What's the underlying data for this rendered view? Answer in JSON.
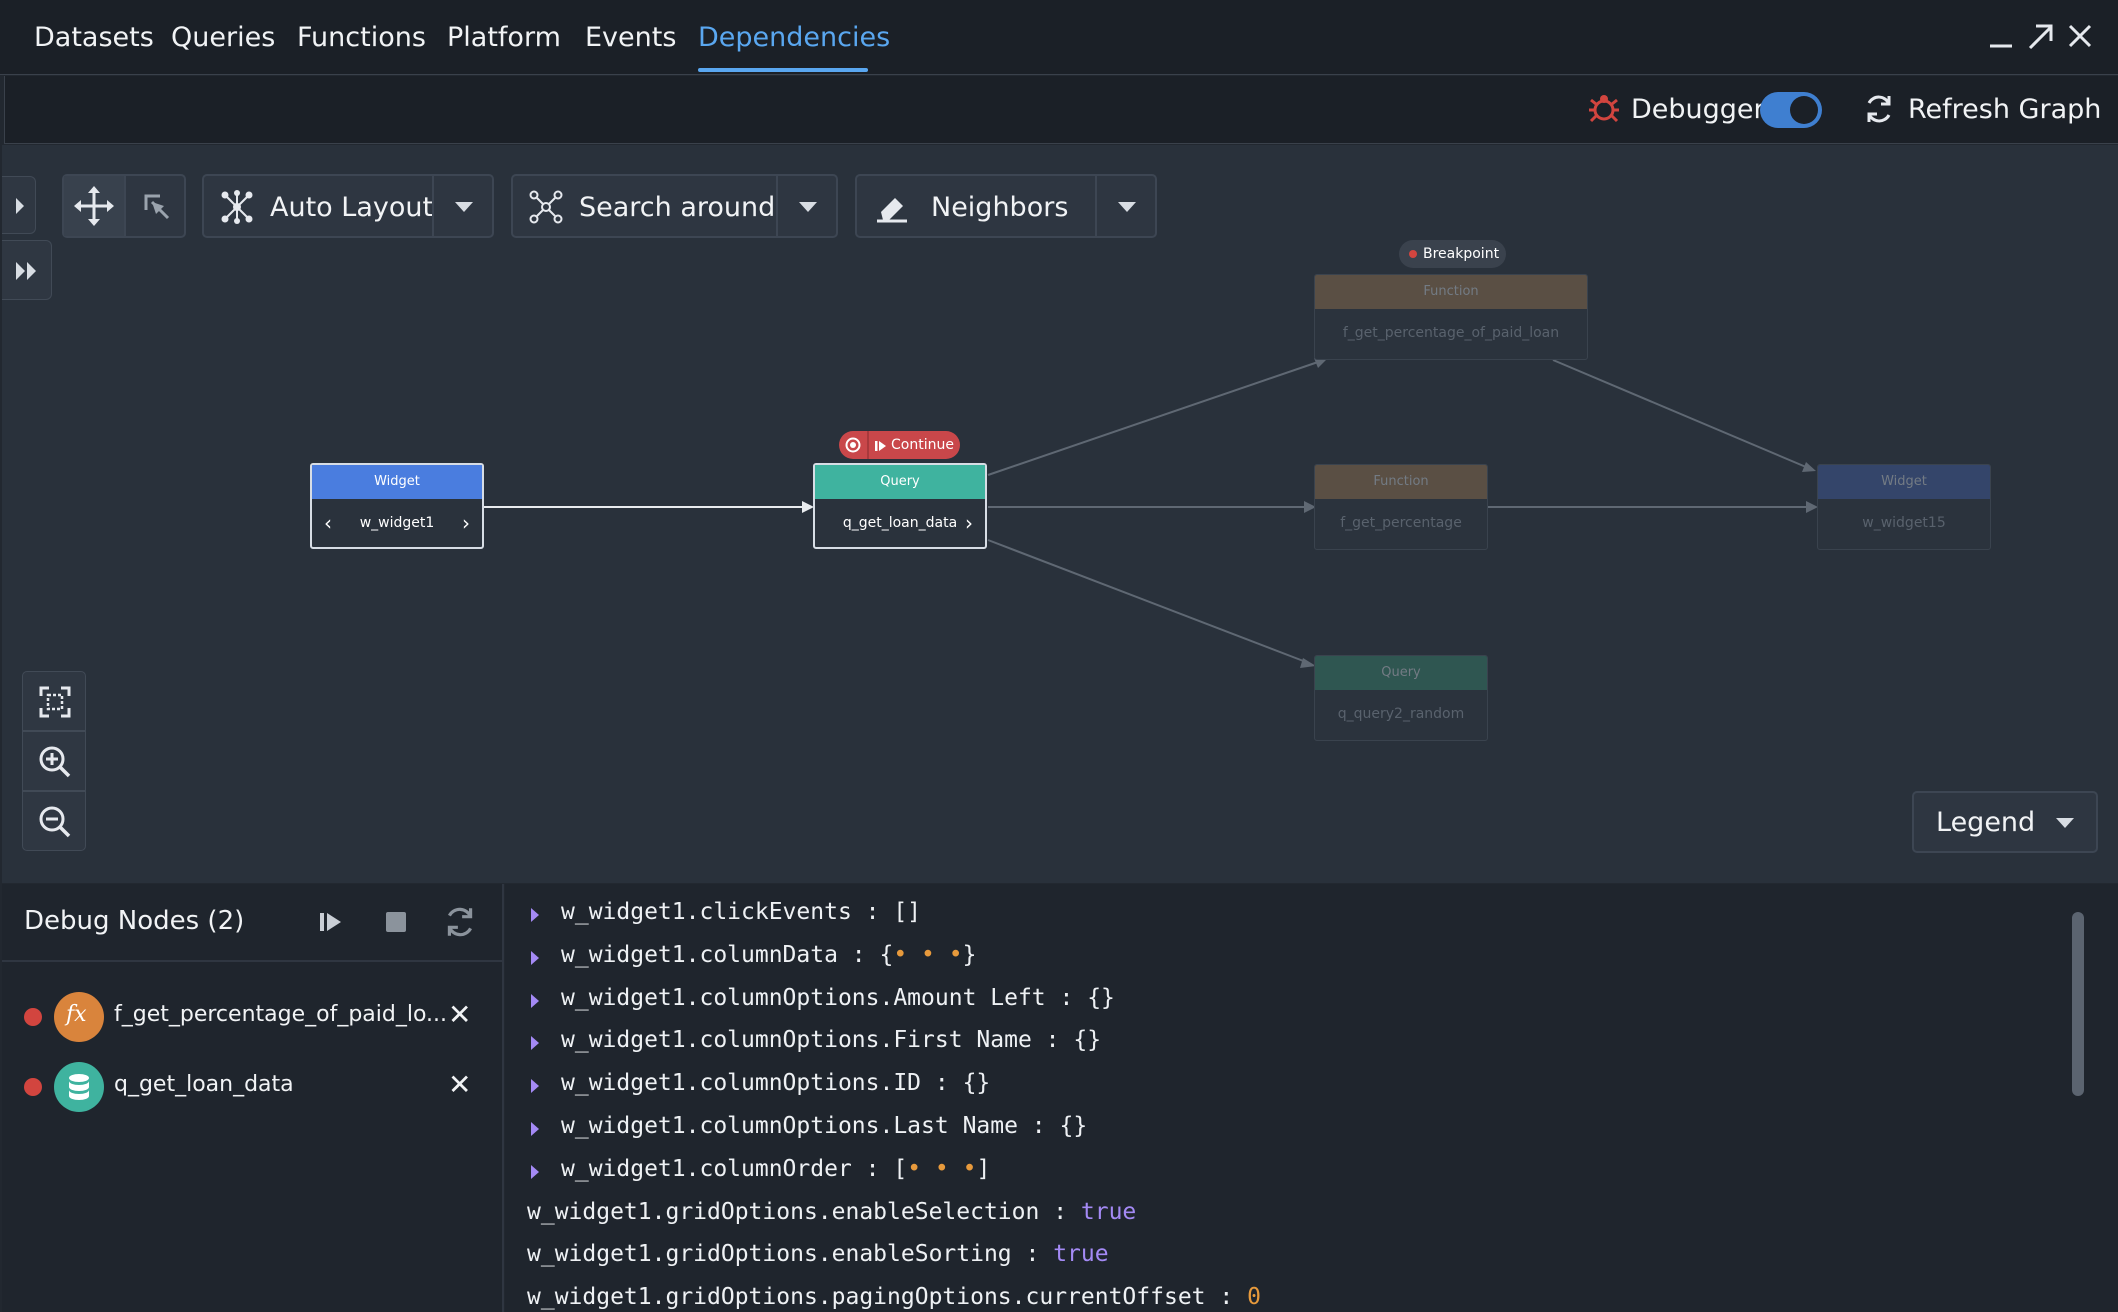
{
  "nav": {
    "tabs": [
      {
        "label": "Datasets"
      },
      {
        "label": "Queries"
      },
      {
        "label": "Functions"
      },
      {
        "label": "Platform"
      },
      {
        "label": "Events"
      },
      {
        "label": "Dependencies"
      }
    ],
    "active_tab": "Dependencies"
  },
  "toolbar": {
    "debugger_label": "Debugger",
    "debugger_on": true,
    "refresh_label": "Refresh Graph"
  },
  "graph_toolbar": {
    "auto_layout_label": "Auto Layout",
    "search_around_label": "Search around",
    "neighbors_label": "Neighbors"
  },
  "graph": {
    "nodes": [
      {
        "type": "Widget",
        "name": "w_widget1"
      },
      {
        "type": "Query",
        "name": "q_get_loan_data"
      },
      {
        "type": "Function",
        "name": "f_get_percentage_of_paid_loan"
      },
      {
        "type": "Function",
        "name": "f_get_percentage"
      },
      {
        "type": "Query",
        "name": "q_query2_random"
      },
      {
        "type": "Widget",
        "name": "w_widget15"
      }
    ],
    "continue_label": "Continue",
    "breakpoint_label": "Breakpoint"
  },
  "legend": {
    "label": "Legend"
  },
  "debug_panel": {
    "title": "Debug Nodes (2)",
    "items": [
      {
        "label": "f_get_percentage_of_paid_lo...",
        "icon": "function-icon"
      },
      {
        "label": "q_get_loan_data",
        "icon": "database-icon"
      }
    ]
  },
  "console": {
    "lines": [
      {
        "text": "w_widget1.clickEvents : []"
      },
      {
        "text": "w_widget1.columnData : {",
        "suffix": "}"
      },
      {
        "text": "w_widget1.columnOptions.Amount Left : {}"
      },
      {
        "text": "w_widget1.columnOptions.First Name : {}"
      },
      {
        "text": "w_widget1.columnOptions.ID : {}"
      },
      {
        "text": "w_widget1.columnOptions.Last Name : {}"
      },
      {
        "text": "w_widget1.columnOrder : [",
        "suffix": "]"
      },
      {
        "text": "w_widget1.gridOptions.enableSelection : ",
        "value": "true"
      },
      {
        "text": "w_widget1.gridOptions.enableSorting : ",
        "value": "true"
      },
      {
        "text": "w_widget1.gridOptions.pagingOptions.currentOffset : ",
        "value": "0"
      }
    ],
    "ellipsis": "• • •"
  },
  "colors": {
    "accent": "#5aa7f0",
    "widget_header": "#4a7ddf",
    "query_header": "#3fb39f",
    "function_header_dim": "#5a4f44",
    "danger": "#c9474a",
    "toggle_on": "#3f7fd0"
  }
}
